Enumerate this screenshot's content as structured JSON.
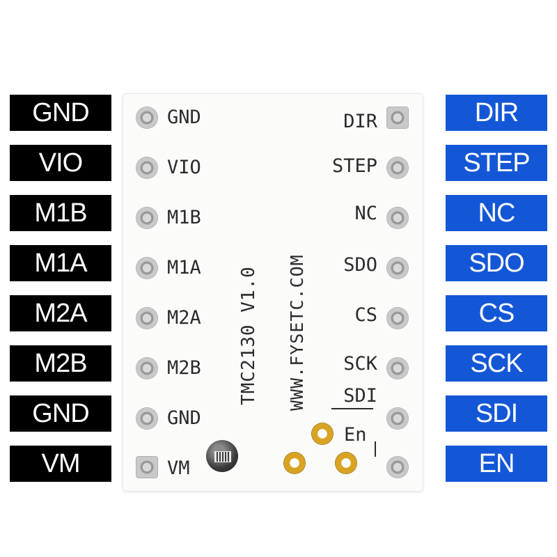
{
  "left_labels": [
    "GND",
    "VIO",
    "M1B",
    "M1A",
    "M2A",
    "M2B",
    "GND",
    "VM"
  ],
  "right_labels": [
    "DIR",
    "STEP",
    "NC",
    "SDO",
    "CS",
    "SCK",
    "SDI",
    "EN"
  ],
  "board": {
    "left_silk": [
      "GND",
      "VIO",
      "M1B",
      "M1A",
      "M2A",
      "M2B",
      "GND",
      "VM"
    ],
    "right_silk": [
      "DIR",
      "STEP",
      "NC",
      "SDO",
      "CS",
      "SCK",
      "SDI"
    ],
    "en_silk": "En",
    "model": "TMC2130 V1.0",
    "website": "WWW.FYSETC.COM"
  },
  "colors": {
    "left_label_bg": "#000000",
    "right_label_bg": "#1457d6",
    "gold_pad": "#d8a323"
  }
}
